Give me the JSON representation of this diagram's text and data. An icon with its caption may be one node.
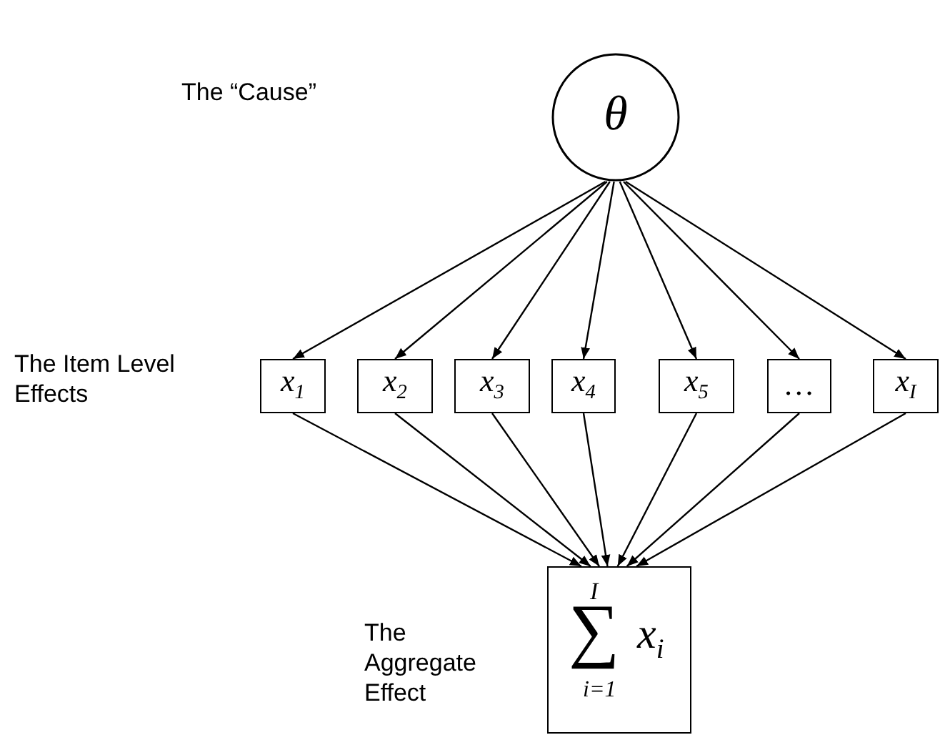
{
  "diagram": {
    "nodes": [
      {
        "text": [
          "θ"
        ]
      },
      {
        "text": [
          "x$_{1}$"
        ]
      },
      {
        "text": [
          "x$_{2}$"
        ]
      },
      {
        "text": [
          "x$_{3}$"
        ]
      },
      {
        "text": [
          "x$_{4}$"
        ]
      },
      {
        "text": [
          "x$_{5}$"
        ]
      },
      {
        "text": [
          "…"
        ]
      },
      {
        "text": [
          "x$_{I}$"
        ]
      },
      {
        "text": [
          "I",
          "∑",
          "i=1",
          "x$_{i}$"
        ]
      }
    ],
    "edges": [
      {
        "from": 0,
        "to": 1,
        "arrow": "to"
      },
      {
        "from": 0,
        "to": 2,
        "arrow": "to"
      },
      {
        "from": 0,
        "to": 3,
        "arrow": "to"
      },
      {
        "from": 0,
        "to": 4,
        "arrow": "to"
      },
      {
        "from": 0,
        "to": 5,
        "arrow": "to"
      },
      {
        "from": 0,
        "to": 6,
        "arrow": "to"
      },
      {
        "from": 0,
        "to": 7,
        "arrow": "to"
      },
      {
        "from": 1,
        "to": 8,
        "arrow": "to"
      },
      {
        "from": 2,
        "to": 8,
        "arrow": "to"
      },
      {
        "from": 3,
        "to": 8,
        "arrow": "to"
      },
      {
        "from": 4,
        "to": 8,
        "arrow": "to"
      },
      {
        "from": 5,
        "to": 8,
        "arrow": "to"
      },
      {
        "from": 6,
        "to": 8,
        "arrow": "to"
      },
      {
        "from": 7,
        "to": 8,
        "arrow": "to"
      }
    ],
    "labels": [
      "The “Cause”",
      "The Item Level Effects",
      "The Aggregate Effect"
    ]
  }
}
